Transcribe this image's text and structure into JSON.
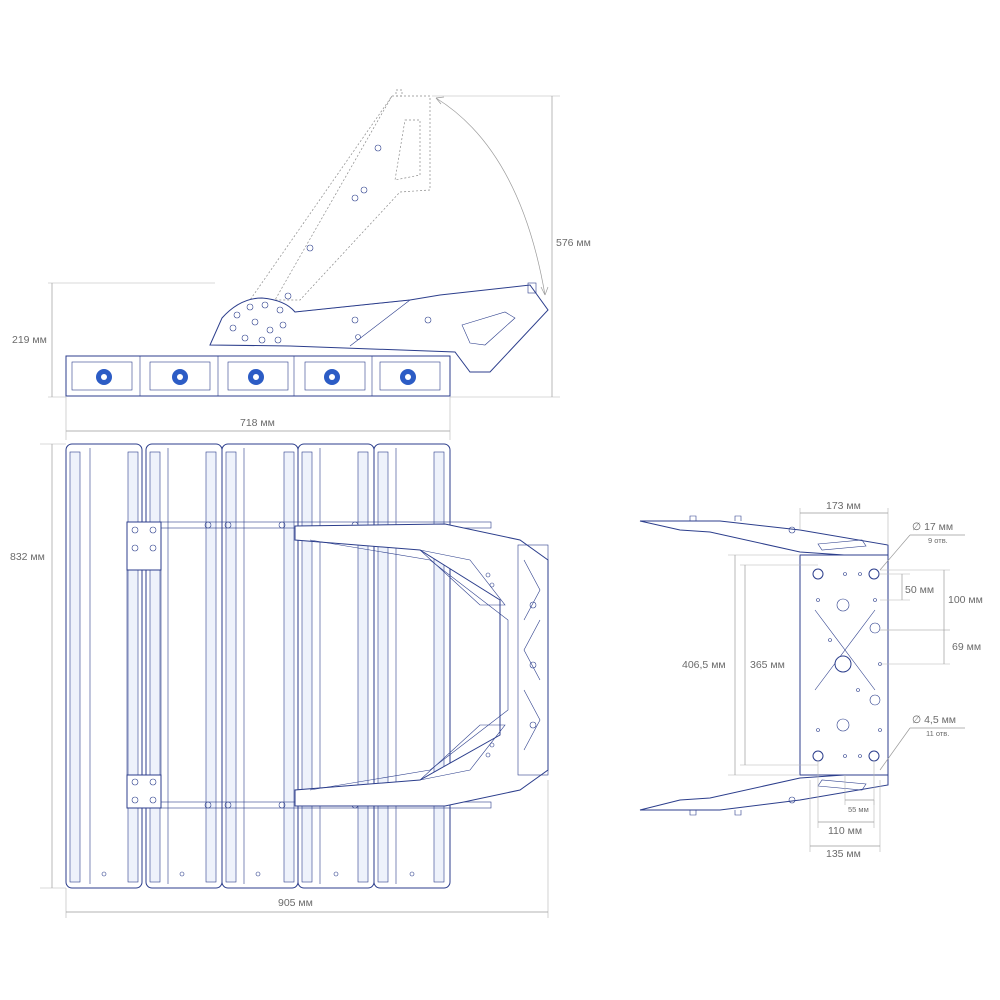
{
  "dimensions": {
    "height_lowered": "219 мм",
    "height_raised": "576 мм",
    "width_top": "718 мм",
    "length_side": "832 мм",
    "width_total": "905 мм",
    "bracket_top": "173 мм",
    "bracket_total_height": "406,5 мм",
    "bracket_hole_span": "365 мм",
    "bracket_50": "50 мм",
    "bracket_100": "100 мм",
    "bracket_69": "69 мм",
    "bracket_55": "55 мм",
    "bracket_110": "110 мм",
    "bracket_135": "135 мм"
  },
  "holes": {
    "large_diameter": "∅ 17 мм",
    "large_count": "9 отв.",
    "small_diameter": "∅ 4,5 мм",
    "small_count": "11 отв."
  },
  "colors": {
    "outline": "#2c3e8c",
    "accent": "#2c5cc5",
    "dimension": "#9a9a9a",
    "text": "#6b6b6b"
  }
}
